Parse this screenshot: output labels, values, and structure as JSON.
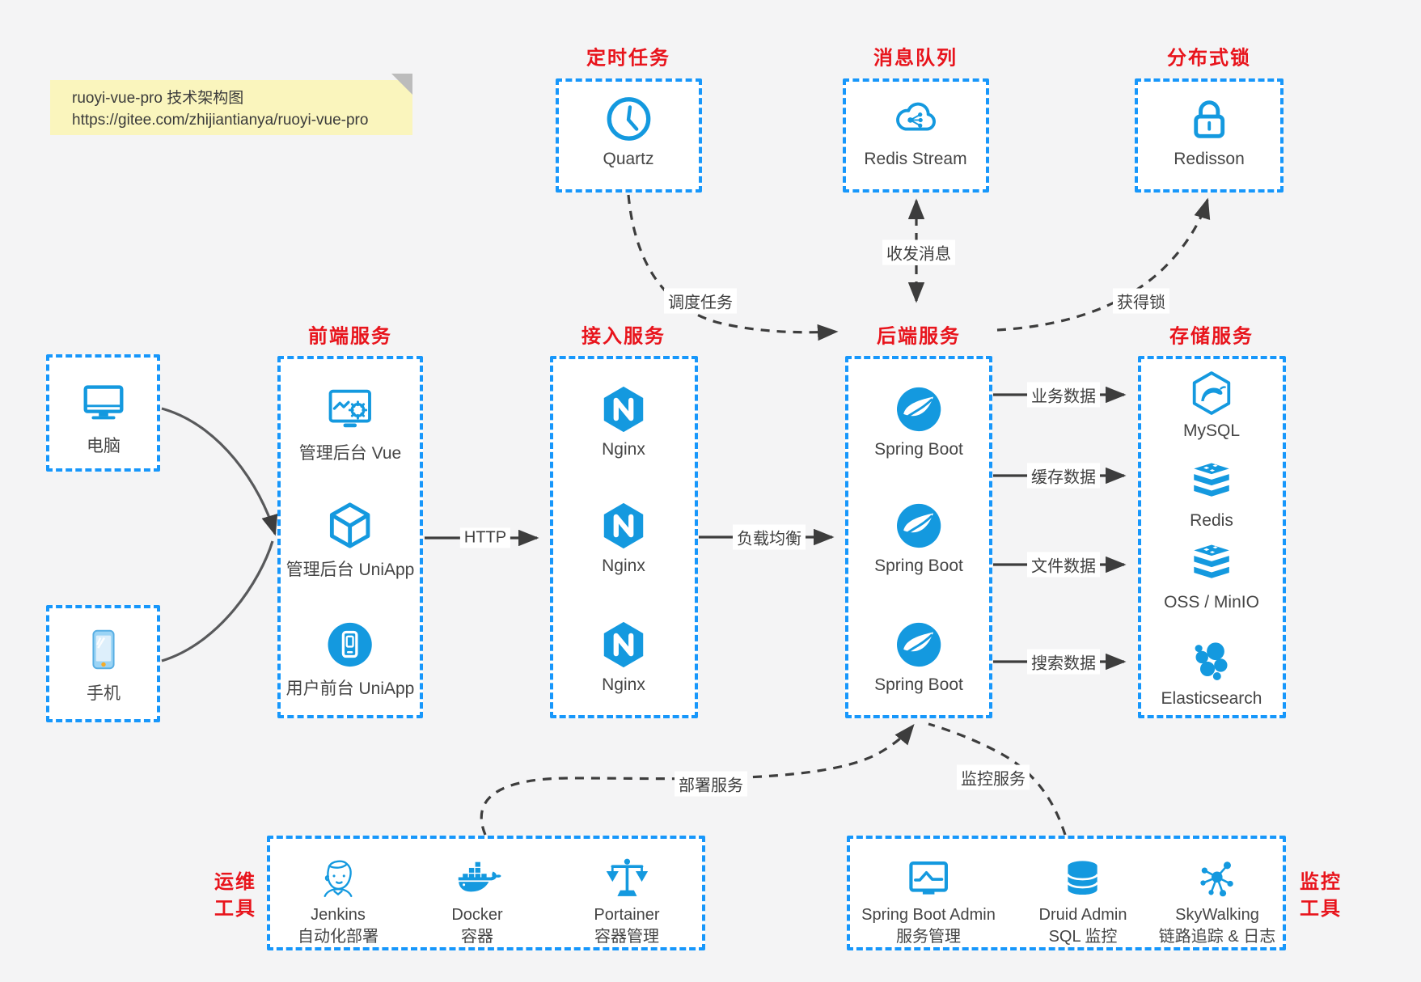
{
  "colors": {
    "background": "#f4f4f5",
    "box_border_blue": "#1797fb",
    "icon_blue": "#1499df",
    "title_red": "#e8141c",
    "arrow_dark": "#3d3d3d",
    "note_yellow": "#faf5bd"
  },
  "note": {
    "line1": "ruoyi-vue-pro 技术架构图",
    "line2": "https://gitee.com/zhijiantianya/ruoyi-vue-pro"
  },
  "top_groups": [
    {
      "title": "定时任务",
      "icon": "clock-icon",
      "label": "Quartz"
    },
    {
      "title": "消息队列",
      "icon": "cloud-mq-icon",
      "label": "Redis Stream"
    },
    {
      "title": "分布式锁",
      "icon": "lock-icon",
      "label": "Redisson"
    }
  ],
  "clients": [
    {
      "icon": "computer-icon",
      "label": "电脑"
    },
    {
      "icon": "phone-icon",
      "label": "手机"
    }
  ],
  "columns": [
    {
      "title": "前端服务",
      "items": [
        {
          "icon": "admin-vue-icon",
          "label": "管理后台 Vue"
        },
        {
          "icon": "uniapp-cube-icon",
          "label": "管理后台 UniApp"
        },
        {
          "icon": "user-app-icon",
          "label": "用户前台 UniApp"
        }
      ]
    },
    {
      "title": "接入服务",
      "items": [
        {
          "icon": "nginx-icon",
          "label": "Nginx"
        },
        {
          "icon": "nginx-icon",
          "label": "Nginx"
        },
        {
          "icon": "nginx-icon",
          "label": "Nginx"
        }
      ]
    },
    {
      "title": "后端服务",
      "items": [
        {
          "icon": "spring-icon",
          "label": "Spring Boot"
        },
        {
          "icon": "spring-icon",
          "label": "Spring Boot"
        },
        {
          "icon": "spring-icon",
          "label": "Spring Boot"
        }
      ]
    },
    {
      "title": "存储服务",
      "items": [
        {
          "icon": "mysql-icon",
          "label": "MySQL"
        },
        {
          "icon": "redis-icon",
          "label": "Redis"
        },
        {
          "icon": "oss-icon",
          "label": "OSS / MinIO"
        },
        {
          "icon": "elasticsearch-icon",
          "label": "Elasticsearch"
        }
      ]
    }
  ],
  "edges": {
    "http": "HTTP",
    "load_balance": "负载均衡",
    "business_data": "业务数据",
    "cache_data": "缓存数据",
    "file_data": "文件数据",
    "search_data": "搜索数据",
    "schedule_task": "调度任务",
    "send_receive_msg": "收发消息",
    "acquire_lock": "获得锁",
    "deploy_service": "部署服务",
    "monitor_service": "监控服务"
  },
  "ops_tools": {
    "side_label": [
      "运维",
      "工具"
    ],
    "items": [
      {
        "icon": "jenkins-icon",
        "name": "Jenkins",
        "desc": "自动化部署"
      },
      {
        "icon": "docker-icon",
        "name": "Docker",
        "desc": "容器"
      },
      {
        "icon": "portainer-icon",
        "name": "Portainer",
        "desc": "容器管理"
      }
    ]
  },
  "monitor_tools": {
    "side_label": [
      "监控",
      "工具"
    ],
    "items": [
      {
        "icon": "sba-icon",
        "name": "Spring Boot Admin",
        "desc": "服务管理"
      },
      {
        "icon": "druid-icon",
        "name": "Druid Admin",
        "desc": "SQL 监控"
      },
      {
        "icon": "skywalking-icon",
        "name": "SkyWalking",
        "desc": "链路追踪 & 日志"
      }
    ]
  }
}
